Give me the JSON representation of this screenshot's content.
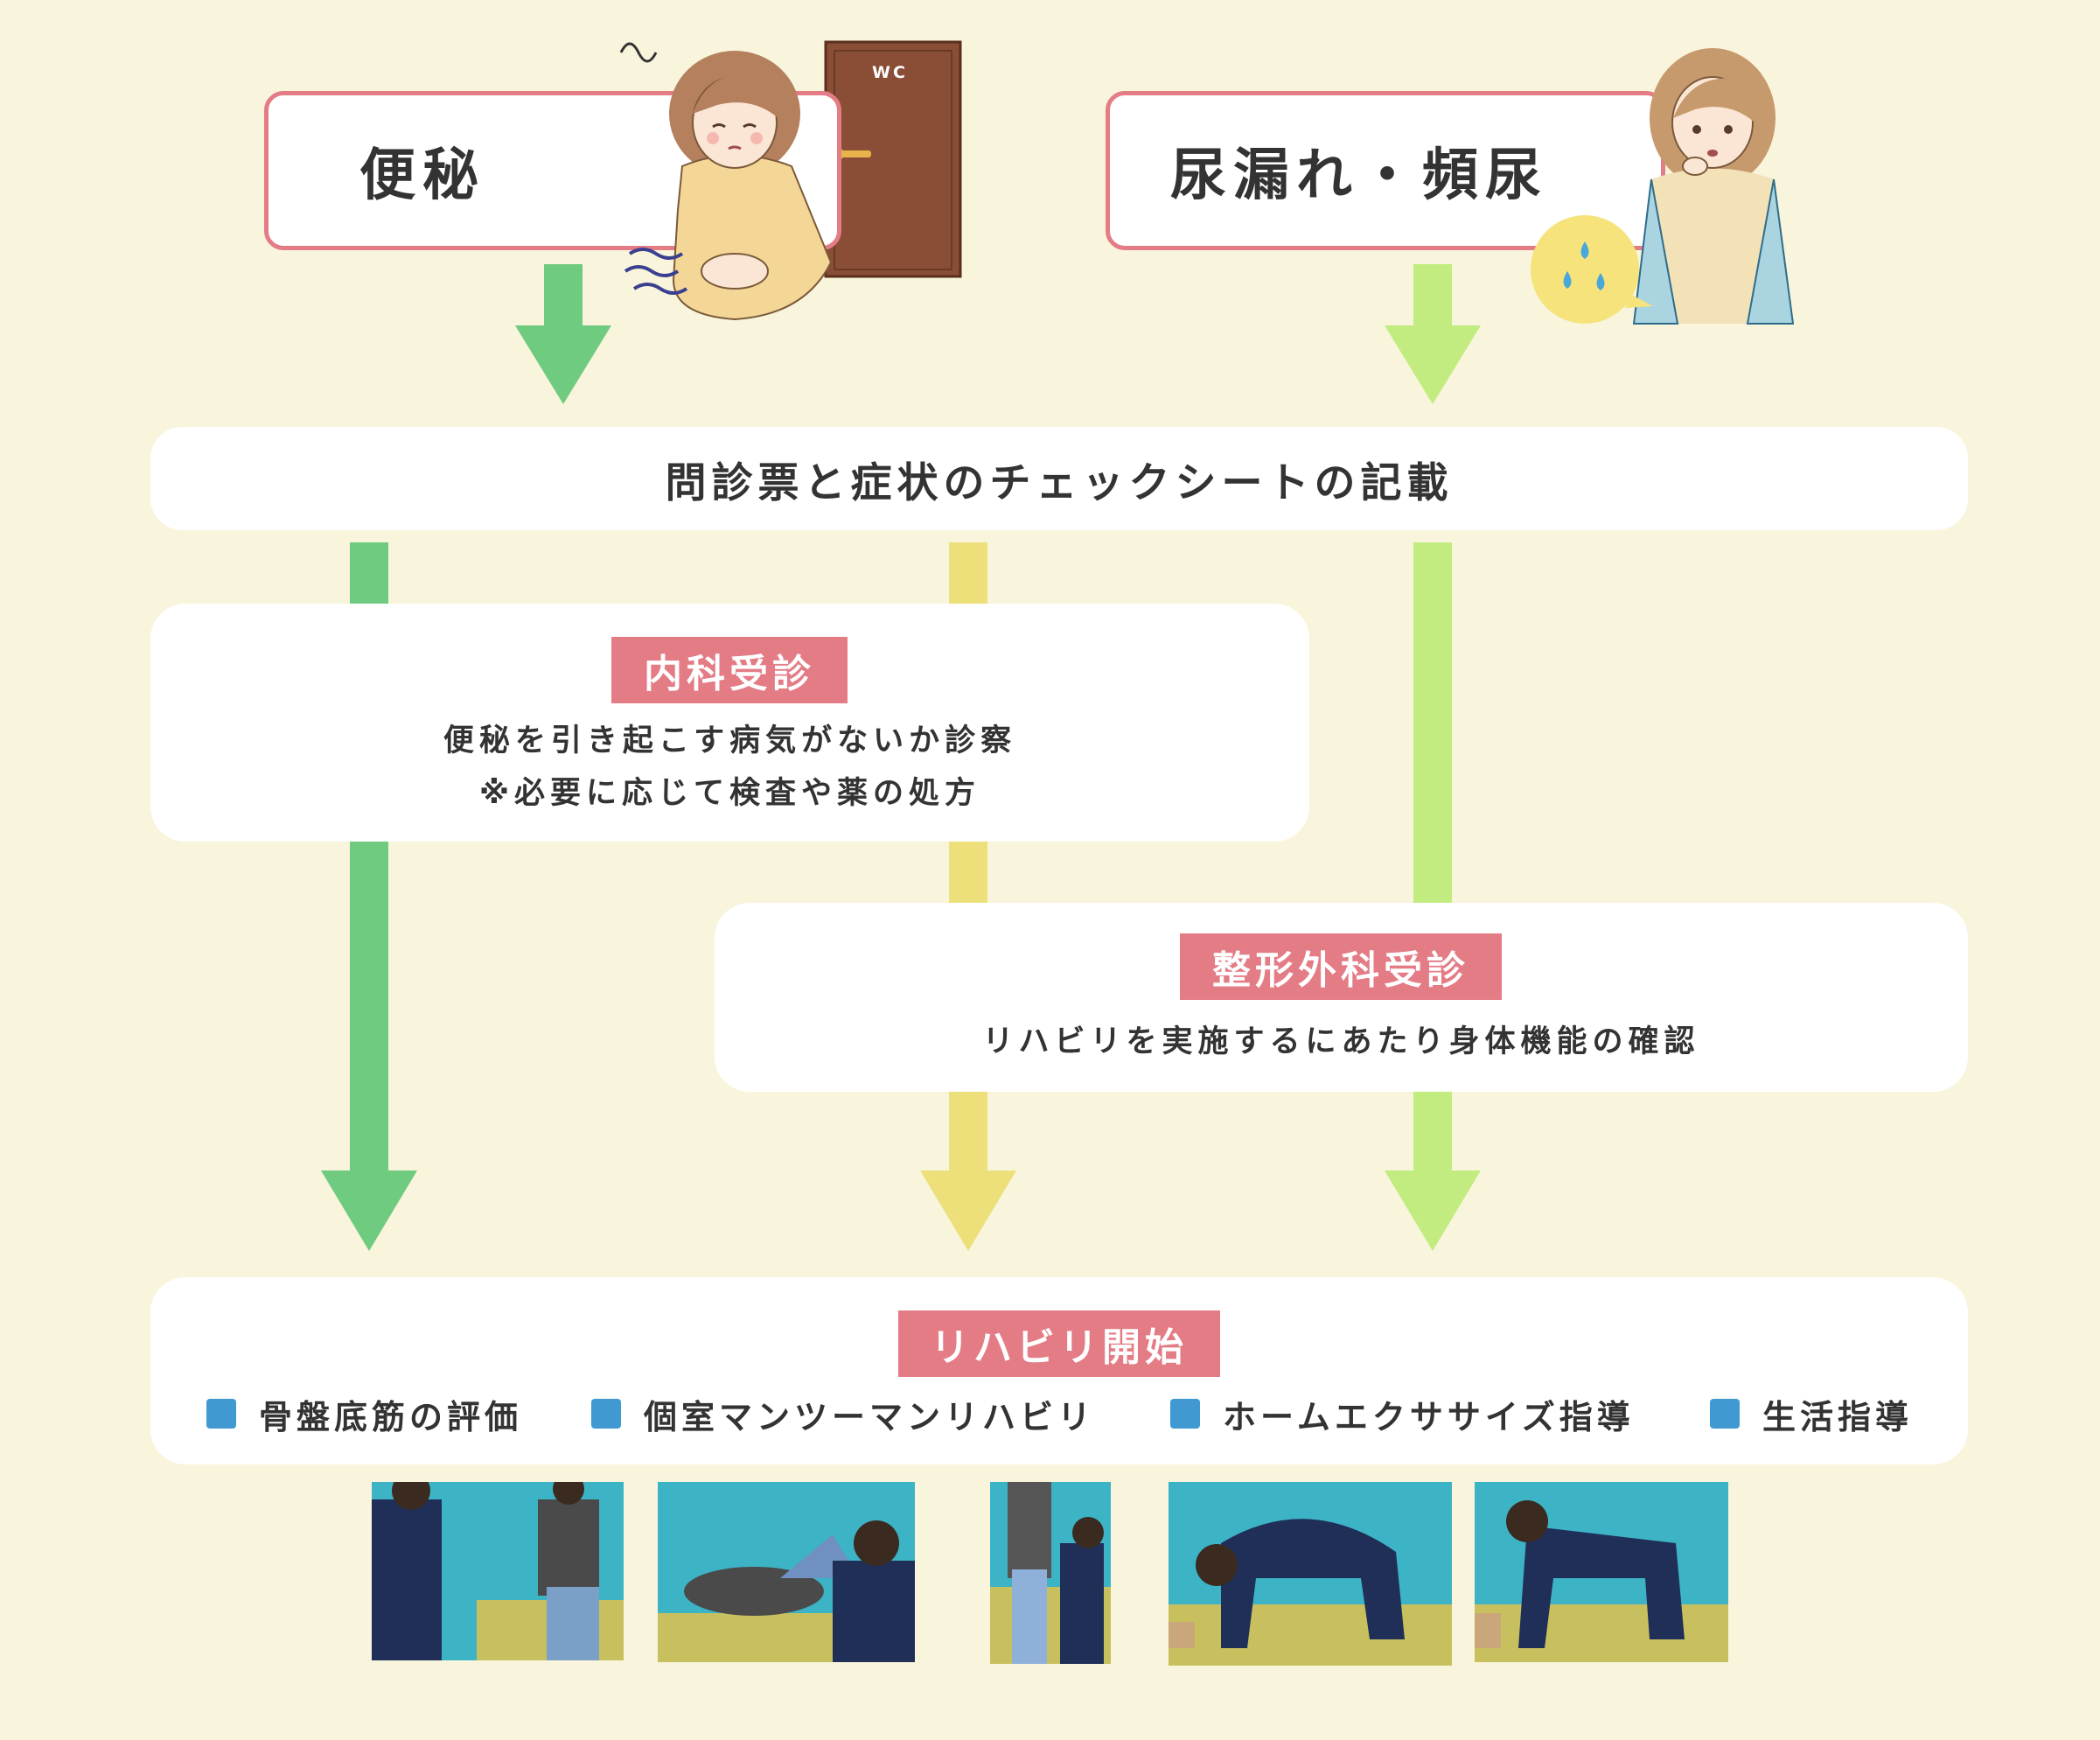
{
  "symptoms": {
    "constipation": "便秘",
    "urinary": "尿漏れ・頻尿"
  },
  "illustration_labels": {
    "door_sign": "WC"
  },
  "steps": {
    "questionnaire": "問診票と症状のチェックシートの記載",
    "internal": {
      "title": "内科受診",
      "line1": "便秘を引き起こす病気がないか診察",
      "line2": "※必要に応じて検査や薬の処方"
    },
    "ortho": {
      "title": "整形外科受診",
      "line1": "リハビリを実施するにあたり身体機能の確認"
    },
    "rehab": {
      "title": "リハビリ開始",
      "items": [
        "骨盤底筋の評価",
        "個室マンツーマンリハビリ",
        "ホームエクササイズ指導",
        "生活指導"
      ]
    }
  },
  "colors": {
    "background": "#f9f4dc",
    "accent_pink": "#e47c86",
    "arrow_green": "#6fcb7f",
    "arrow_yellow": "#ede07a",
    "arrow_lime": "#c2ec80",
    "bullet_blue": "#4099d0"
  },
  "icons": [
    "constipated-woman-illustration",
    "toilet-door-illustration",
    "worried-woman-illustration",
    "water-drops-bubble-icon"
  ]
}
